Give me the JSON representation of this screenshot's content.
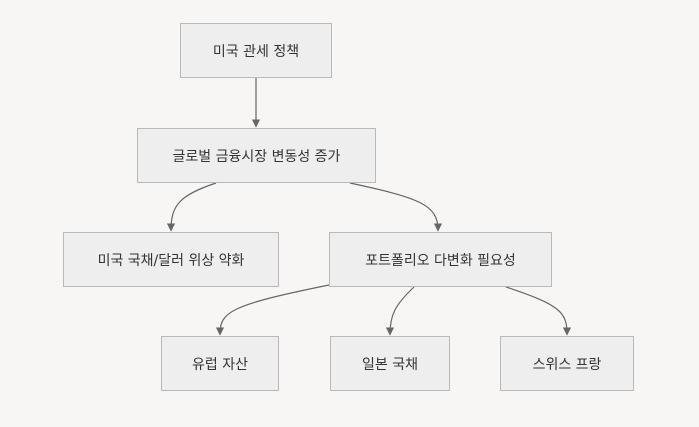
{
  "diagram": {
    "nodes": {
      "policy": "미국 관세 정책",
      "volatility": "글로벌 금융시장 변동성 증가",
      "weakening": "미국 국채/달러 위상 약화",
      "diversification": "포트폴리오 다변화 필요성",
      "europe": "유럽 자산",
      "japan": "일본 국채",
      "swiss": "스위스 프랑"
    },
    "edges": [
      [
        "policy",
        "volatility"
      ],
      [
        "volatility",
        "weakening"
      ],
      [
        "volatility",
        "diversification"
      ],
      [
        "diversification",
        "europe"
      ],
      [
        "diversification",
        "japan"
      ],
      [
        "diversification",
        "swiss"
      ]
    ],
    "colors": {
      "background": "#f7f6f5",
      "node_fill": "#eeeeee",
      "node_border": "#b9b9b9",
      "edge": "#666666",
      "text": "#333333"
    }
  }
}
